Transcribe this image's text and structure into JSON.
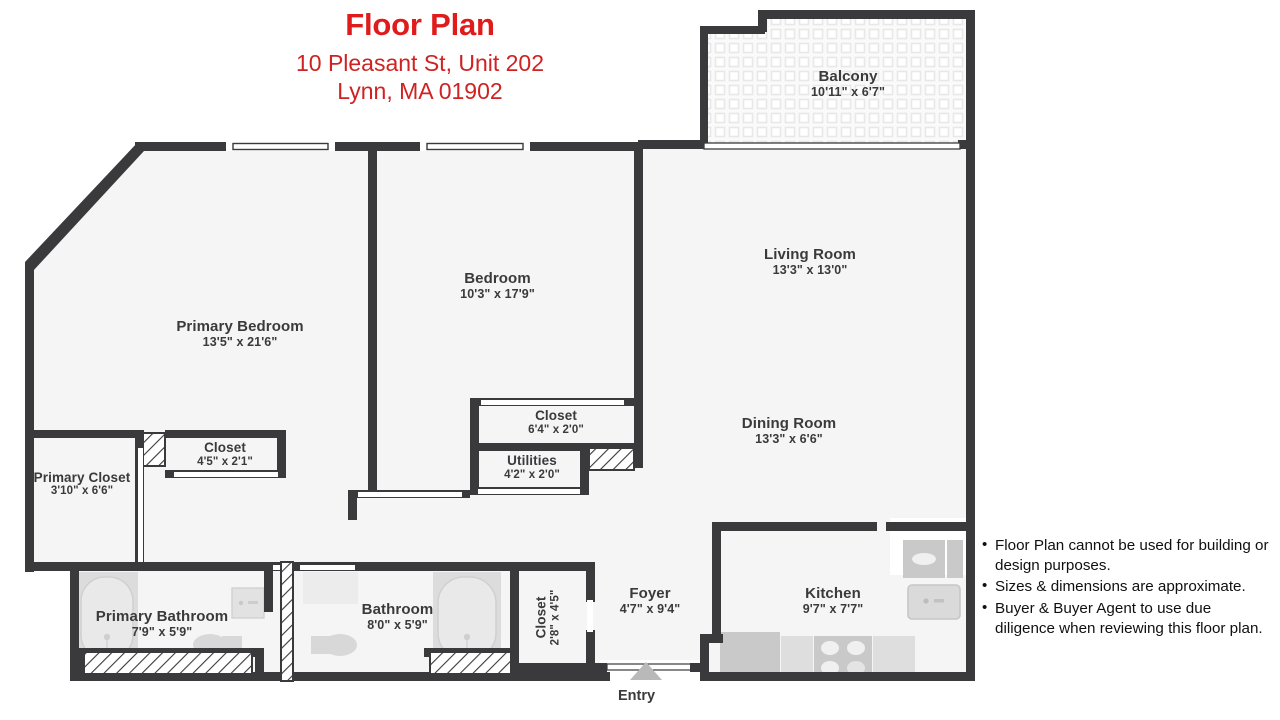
{
  "title": {
    "heading": "Floor Plan",
    "address_line1": "10 Pleasant St, Unit 202",
    "address_line2": "Lynn, MA 01902",
    "heading_color": "#e01b1b",
    "address_color": "#cf2222"
  },
  "rooms": [
    {
      "key": "balcony",
      "name": "Balcony",
      "dimensions": "10'11\" x 6'7\""
    },
    {
      "key": "living_room",
      "name": "Living Room",
      "dimensions": "13'3\" x 13'0\""
    },
    {
      "key": "dining_room",
      "name": "Dining Room",
      "dimensions": "13'3\" x 6'6\""
    },
    {
      "key": "primary_bedroom",
      "name": "Primary Bedroom",
      "dimensions": "13'5\" x 21'6\""
    },
    {
      "key": "bedroom",
      "name": "Bedroom",
      "dimensions": "10'3\" x 17'9\""
    },
    {
      "key": "closet_bedroom",
      "name": "Closet",
      "dimensions": "6'4\" x 2'0\""
    },
    {
      "key": "utilities",
      "name": "Utilities",
      "dimensions": "4'2\" x 2'0\""
    },
    {
      "key": "primary_closet",
      "name": "Primary Closet",
      "dimensions": "3'10\" x 6'6\""
    },
    {
      "key": "closet_hall",
      "name": "Closet",
      "dimensions": "4'5\" x 2'1\""
    },
    {
      "key": "primary_bathroom",
      "name": "Primary Bathroom",
      "dimensions": "7'9\" x 5'9\""
    },
    {
      "key": "bathroom",
      "name": "Bathroom",
      "dimensions": "8'0\" x 5'9\""
    },
    {
      "key": "closet_foyer",
      "name": "Closet",
      "dimensions": "2'8\" x 4'5\""
    },
    {
      "key": "foyer",
      "name": "Foyer",
      "dimensions": "4'7\" x 9'4\""
    },
    {
      "key": "kitchen",
      "name": "Kitchen",
      "dimensions": "9'7\" x 7'7\""
    }
  ],
  "entry": {
    "label": "Entry"
  },
  "disclaimer": {
    "items": [
      "Floor Plan cannot be used for building or design purposes.",
      "Sizes & dimensions are approximate.",
      "Buyer & Buyer Agent to use due diligence when reviewing this floor plan."
    ]
  },
  "colors": {
    "wall": "#3a3a3c",
    "floor": "#f5f5f5",
    "fixture": "#cccccc",
    "label_text": "#3a3a3c",
    "background": "#ffffff"
  }
}
